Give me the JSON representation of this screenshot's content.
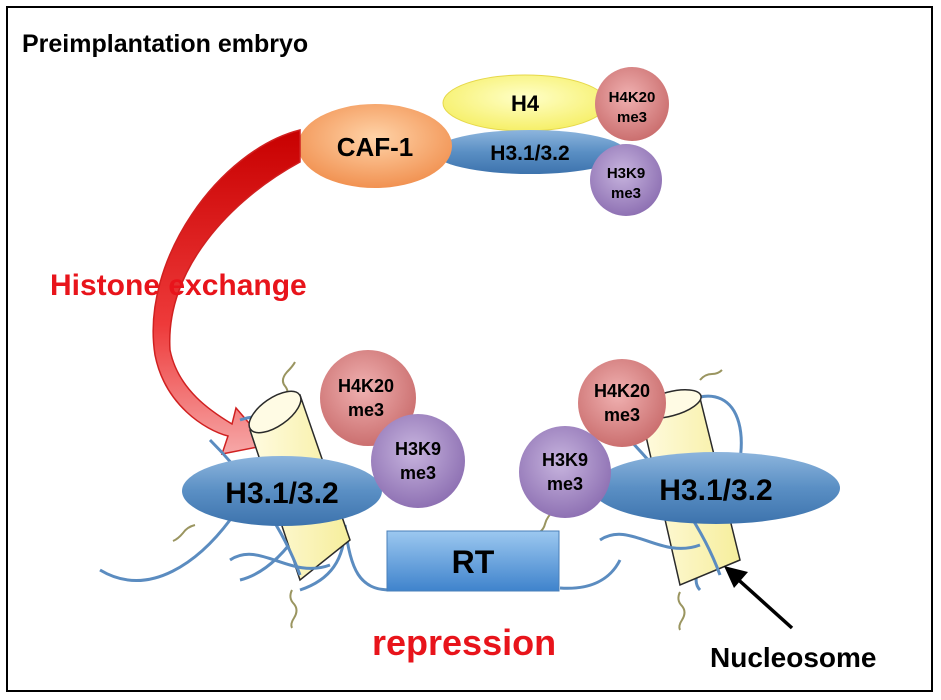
{
  "title": "Preimplantation embryo",
  "complex": {
    "chaperone": "CAF-1",
    "h4": "H4",
    "h3": "H3.1/3.2",
    "mark_h4": [
      "H4K20",
      "me3"
    ],
    "mark_h3": [
      "H3K9",
      "me3"
    ]
  },
  "exchange_label": "Histone exchange",
  "left_nucleosome": {
    "h3": "H3.1/3.2",
    "mark_h4": [
      "H4K20",
      "me3"
    ],
    "mark_h3": [
      "H3K9",
      "me3"
    ]
  },
  "right_nucleosome": {
    "h3": "H3.1/3.2",
    "mark_h4": [
      "H4K20",
      "me3"
    ],
    "mark_h3": [
      "H3K9",
      "me3"
    ]
  },
  "rt_label": "RT",
  "repression_label": "repression",
  "nucleosome_label": "Nucleosome",
  "colors": {
    "red_text": "#e8141b",
    "caf1": "#f4a060",
    "h4": "#fbf58a",
    "h3": "#5f93c6",
    "h4k20": "#d98585",
    "h3k9": "#9f86be",
    "rt": "#69a6de",
    "dna": "#5b8cc0",
    "cylinder": "#fbf6c2"
  }
}
